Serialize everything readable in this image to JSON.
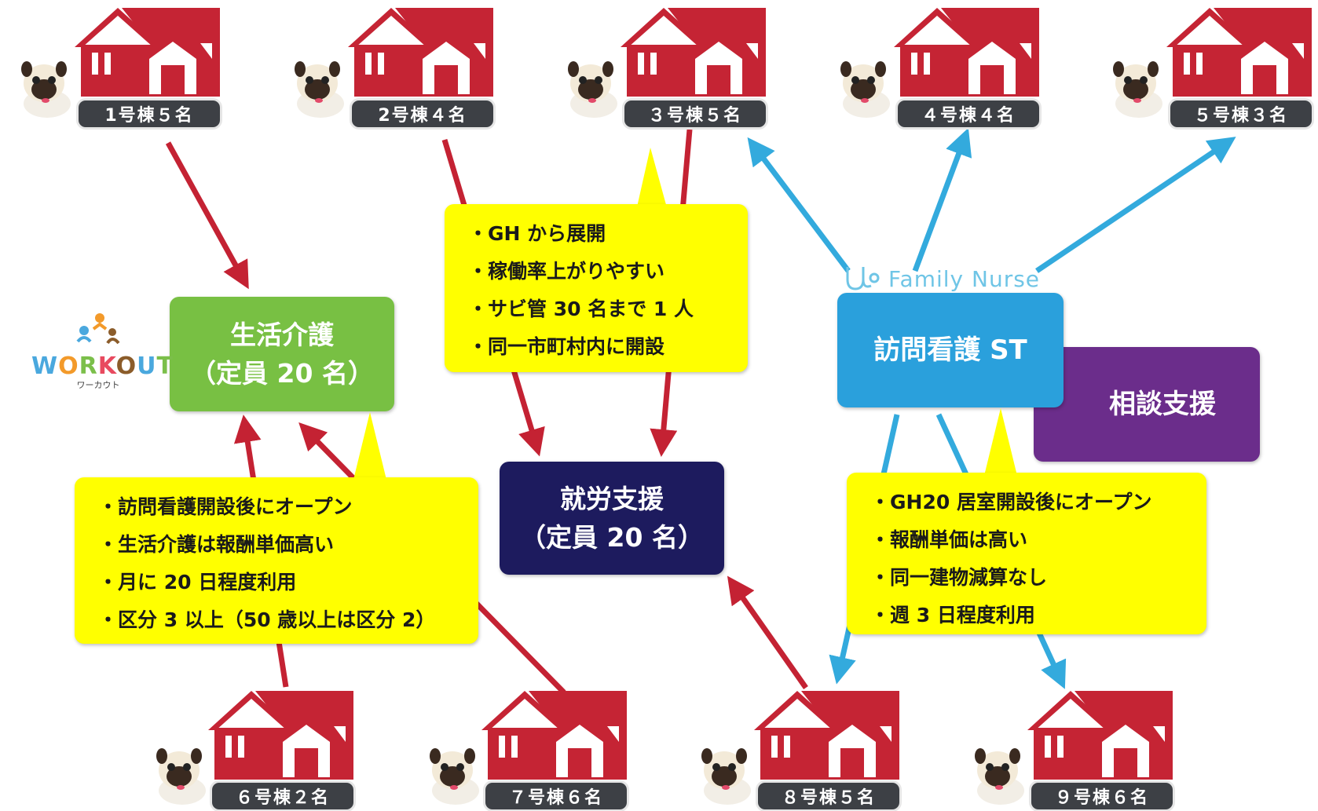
{
  "colors": {
    "house_red": "#c52434",
    "arrow_red": "#c42233",
    "arrow_blue": "#33aadd",
    "green_box": "#78c043",
    "navy_box": "#1d1b5e",
    "blue_box": "#2aa0dc",
    "purple_box": "#6b2d8b",
    "note_yellow": "#ffff00",
    "label_dark": "#3d4045"
  },
  "houses": [
    {
      "label": "1号棟５名"
    },
    {
      "label": "2号棟４名"
    },
    {
      "label": "３号棟５名"
    },
    {
      "label": "４号棟４名"
    },
    {
      "label": "５号棟３名"
    },
    {
      "label": "６号棟２名"
    },
    {
      "label": "７号棟６名"
    },
    {
      "label": "８号棟５名"
    },
    {
      "label": "９号棟６名"
    }
  ],
  "boxes": {
    "seikatsu": {
      "line1": "生活介護",
      "line2": "（定員 20 名）"
    },
    "shuro": {
      "line1": "就労支援",
      "line2": "（定員 20 名）"
    },
    "houmon": {
      "line1": "訪問看護 ST"
    },
    "soudan": {
      "line1": "相談支援"
    }
  },
  "notes": {
    "top": [
      "GH から展開",
      "稼働率上がりやすい",
      "サビ管 30 名まで 1 人",
      "同一市町村内に開設"
    ],
    "left": [
      "訪問看護開設後にオープン",
      "生活介護は報酬単価高い",
      "月に 20 日程度利用",
      "区分 3 以上（50 歳以上は区分 2）"
    ],
    "right": [
      "GH20 居室開設後にオープン",
      "報酬単価は高い",
      "同一建物減算なし",
      "週 3 日程度利用"
    ]
  },
  "logos": {
    "workout": {
      "word": "WORKOUT",
      "sub": "ワーカウト",
      "icon": "people-logo-icon"
    },
    "family_nurse": {
      "word": "Family Nurse",
      "icon": "stethoscope-icon"
    }
  },
  "icons": {
    "house": "house-icon",
    "pug": "pug-dog-icon"
  }
}
